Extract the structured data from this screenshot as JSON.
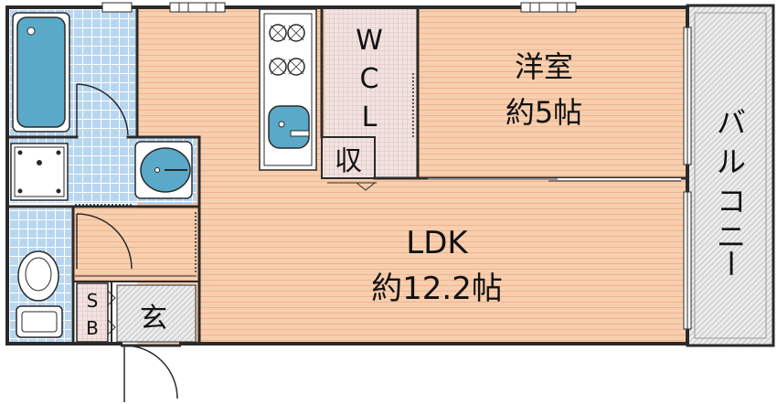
{
  "rooms": {
    "ldk": {
      "name": "LDK",
      "size": "約12.2帖"
    },
    "western": {
      "name": "洋室",
      "size": "約5帖"
    },
    "wcl": {
      "letters": [
        "W",
        "C",
        "L"
      ]
    },
    "storage": {
      "label": "収"
    },
    "shoebox": {
      "letters": [
        "S",
        "B"
      ]
    },
    "entrance": {
      "label": "玄"
    },
    "balcony": {
      "letters": [
        "バ",
        "ル",
        "コ",
        "ニ",
        "ー"
      ]
    }
  },
  "colors": {
    "wood_floor": "#f7cfae",
    "wood_line": "#ee9f74",
    "tile": "#b9d6f0",
    "tile_line": "#ffffff",
    "wcl_floor": "#f2e2e0",
    "fixture_blue": "#5aa9c8",
    "wall": "#2a2a2a",
    "grey_hatch": "#dedede"
  }
}
